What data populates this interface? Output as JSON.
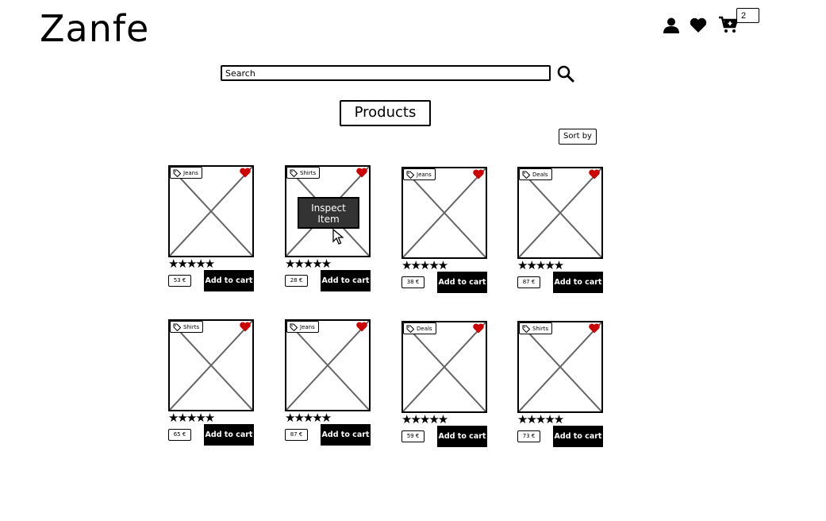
{
  "header": {
    "logo": "Zanfe",
    "cart_count": "2"
  },
  "search": {
    "placeholder": "Search"
  },
  "products_title": "Products",
  "sort_label": "Sort by",
  "rating_stars": "★★★★★",
  "add_to_cart_label": "Add to cart",
  "inspect_label": "Inspect Item",
  "colors": {
    "heart": "#cc0000",
    "button": "#000000",
    "inspect_overlay": "#333333"
  },
  "products": [
    {
      "category": "Jeans",
      "price": "53 €"
    },
    {
      "category": "Shirts",
      "price": "28 €",
      "hovered": true
    },
    {
      "category": "Jeans",
      "price": "38 €"
    },
    {
      "category": "Deals",
      "price": "87 €"
    },
    {
      "category": "Shirts",
      "price": "65 €"
    },
    {
      "category": "Jeans",
      "price": "87 €"
    },
    {
      "category": "Deals",
      "price": "59 €"
    },
    {
      "category": "Shirts",
      "price": "73 €"
    }
  ]
}
